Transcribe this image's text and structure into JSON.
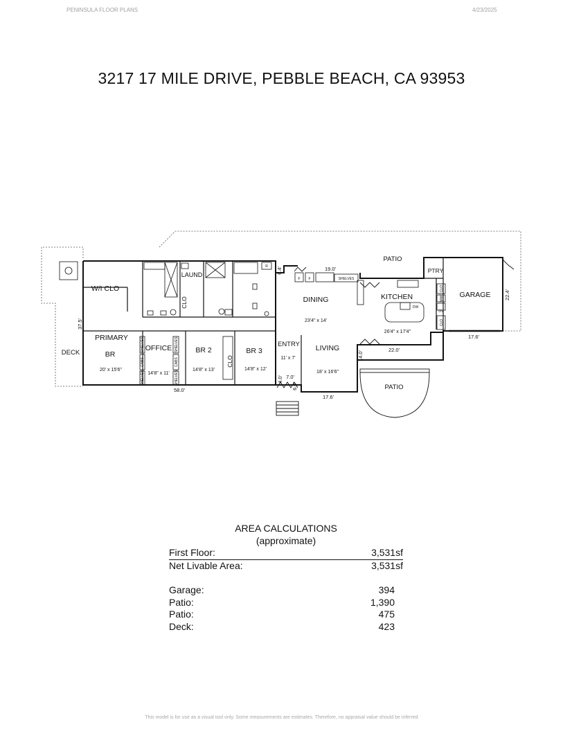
{
  "header": {
    "company": "PENINSULA FLOOR PLANS",
    "date": "4/23/2025"
  },
  "title": "3217 17 MILE DRIVE, PEBBLE BEACH, CA  93953",
  "plan": {
    "rooms": {
      "wiclo": "W/I CLO",
      "laund": "LAUND",
      "clo1": "CLO",
      "primary1": "PRIMARY",
      "primary2": "BR",
      "primary_dim": "20' x 15'6\"",
      "office": "OFFICE",
      "office_dim": "14'8\" x 11'",
      "br2": "BR 2",
      "br2_dim": "14'8\" x 13'",
      "br3": "BR 3",
      "br3_dim": "14'8\" x 12'",
      "clo2": "CLO",
      "entry": "ENTRY",
      "entry_dim": "11' x 7'",
      "dining": "DINING",
      "dining_dim": "23'4\" x 14'",
      "living": "LIVING",
      "living_dim": "18' x 16'6\"",
      "kitchen": "KITCHEN",
      "kitchen_dim": "26'4\" x 17'4\"",
      "dw": "DW",
      "ptry": "PTRY",
      "garage": "GARAGE",
      "patio_top": "PATIO",
      "patio_bottom": "PATIO",
      "deck": "DECK",
      "shelves": "SHELVES",
      "cabs": "CABS",
      "cabs2": "CABS",
      "shelves_v1": "SHELVES",
      "shelves_v2": "SHELVES",
      "shelves_v3": "SHELVES",
      "shelves_v4": "SHELVES",
      "r": "R",
      "f1": "F",
      "f2": "F",
      "kclo1": "CLO",
      "kclo2": "CLO",
      "ov": "OV",
      "mw": "MW"
    },
    "dims": {
      "d375": "37.5'",
      "d580": "58.0'",
      "d64": "6.4'",
      "d190": "19.0'",
      "d224": "22.4'",
      "d176a": "17.6'",
      "d220": "22.0'",
      "d140": "14.0'",
      "d40": "4.0'",
      "d70": "7.0'",
      "d60": "6.0'",
      "d176b": "17.6'"
    }
  },
  "area": {
    "heading": "AREA CALCULATIONS",
    "sub": "(approximate)",
    "first_floor_label": "First  Floor:",
    "first_floor_value": "3,531sf",
    "net_label": "Net Livable Area:",
    "net_value": "3,531sf",
    "items": [
      {
        "label": "Garage:",
        "value": "394"
      },
      {
        "label": "Patio:",
        "value": "1,390"
      },
      {
        "label": "Patio:",
        "value": "475"
      },
      {
        "label": "Deck:",
        "value": "423"
      }
    ]
  },
  "footer": "This model is for use as a visual tool only. Some measurements are estimates. Therefore, no appraisal value should be inferred"
}
